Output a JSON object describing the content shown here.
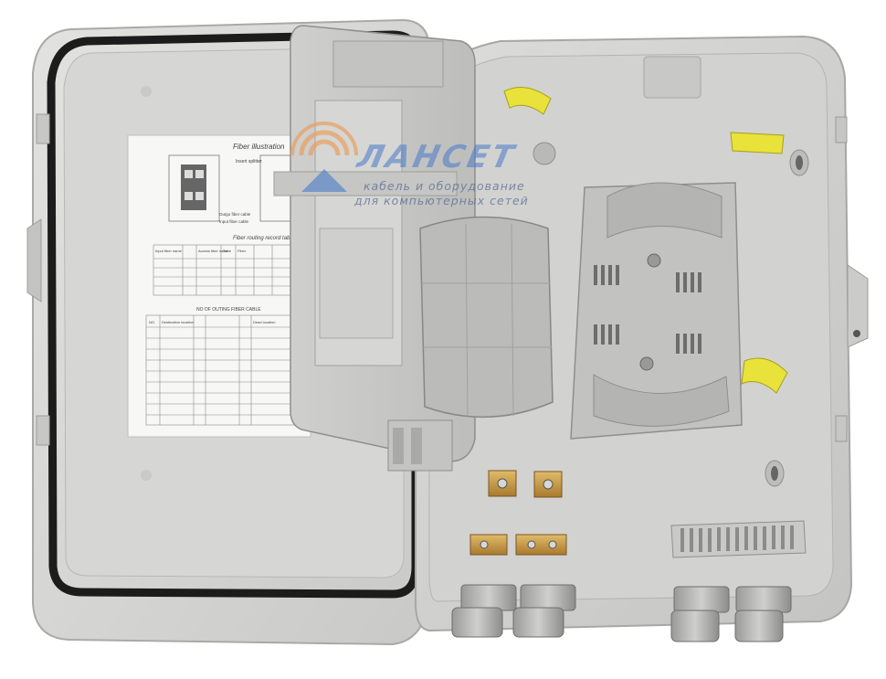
{
  "photo": {
    "subject": "",
    "sheet": {
      "title": "Fiber illustration",
      "labels": [
        "Insert splitter",
        "Fiber routing record table",
        "Outgo fiber cable",
        "Input fiber cable",
        "Input fiber name",
        "Access fiber name",
        "Tube",
        "Fiber",
        "NO OF OUTING FIBER CABLE",
        "NO.",
        "Destination location",
        "Dead location"
      ]
    },
    "watermark": {
      "brand": "ЛАНСЕТ",
      "tagline_1": "кабель и оборудование",
      "tagline_2": "для компьютерных сетей"
    },
    "colors": {
      "housing": "#d4d4d2",
      "gasket": "#1c1c1c",
      "tray": "#c2c3c1",
      "yellow_clip": "#e8e23a",
      "brass": "#c79a4a"
    }
  }
}
